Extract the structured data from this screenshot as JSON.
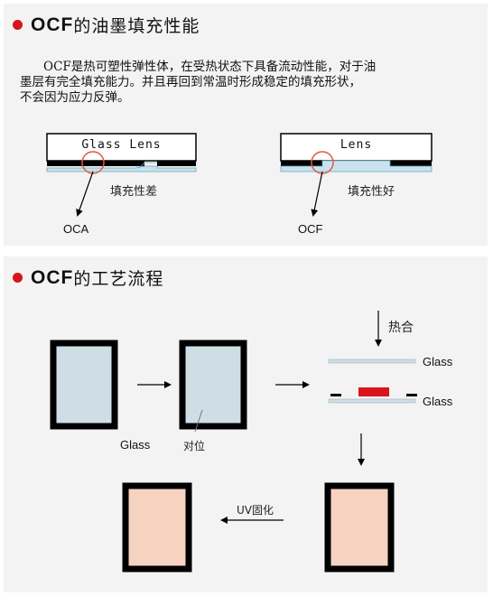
{
  "section1": {
    "heading_bold": "OCF",
    "heading_rest": "的油墨填充性能",
    "paragraph_line1": "OCF是热可塑性弹性体，在受热状态下具备流动性能，对于油",
    "paragraph_line2": "墨层有完全填充能力。并且再回到常温时形成稳定的填充形状，",
    "paragraph_line3": "不会因为应力反弹。",
    "left_diagram": {
      "lens_label": "Glass Lens",
      "caption": "填充性差",
      "pointer_label": "OCA"
    },
    "right_diagram": {
      "lens_label": "Lens",
      "caption": "填充性好",
      "pointer_label": "OCF"
    }
  },
  "section2": {
    "heading_bold": "OCF",
    "heading_rest": "的工艺流程",
    "label_glass": "Glass",
    "label_align": "对位",
    "label_heat": "热合",
    "label_glass_top": "Glass",
    "label_glass_bottom": "Glass",
    "label_uv": "UV固化"
  },
  "colors": {
    "accent_red": "#d9141b",
    "glass_blue": "#cfdde4",
    "cured_pink": "#f6d2c0",
    "ocf_layer": "#c9e3ee",
    "frame_black": "#000000"
  }
}
